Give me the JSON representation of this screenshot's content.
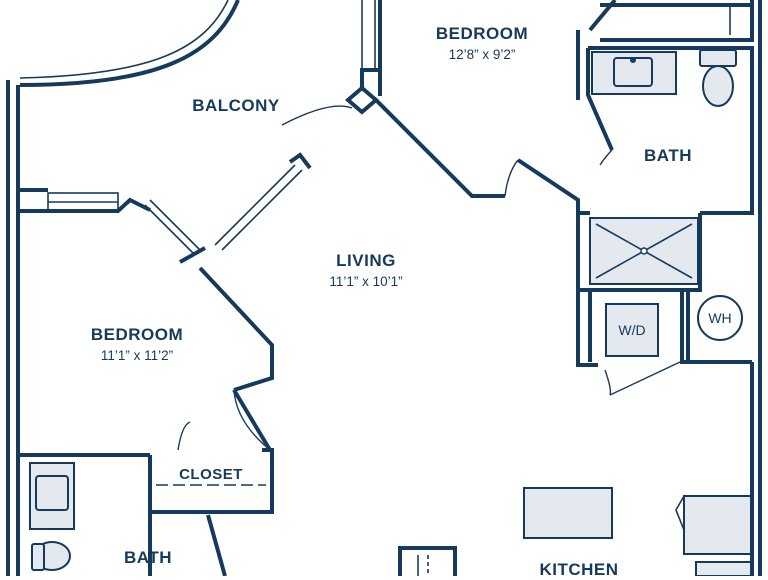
{
  "rooms": {
    "bedroom_top": {
      "name": "BEDROOM",
      "dimensions": "12’8” x 9’2”"
    },
    "balcony": {
      "name": "BALCONY"
    },
    "bath_top": {
      "name": "BATH"
    },
    "living": {
      "name": "LIVING",
      "dimensions": "11’1” x 10’1”"
    },
    "bedroom_left": {
      "name": "BEDROOM",
      "dimensions": "11’1” x 11’2”"
    },
    "closet": {
      "name": "CLOSET"
    },
    "bath_bottom": {
      "name": "BATH"
    },
    "kitchen": {
      "name": "KITCHEN"
    }
  },
  "appliances": {
    "washer_dryer": "W/D",
    "water_heater": "WH"
  },
  "colors": {
    "wall": "#163a5c",
    "fixture_fill": "#e4e8ef",
    "background": "#ffffff"
  }
}
